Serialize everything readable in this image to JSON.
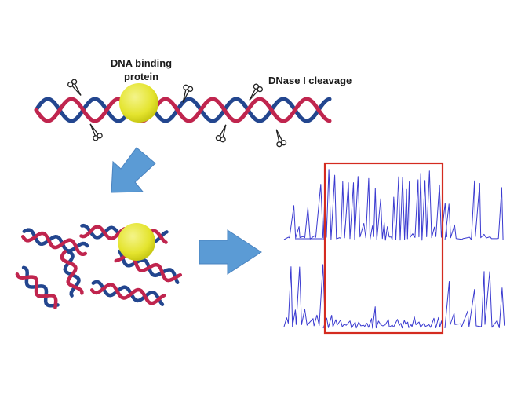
{
  "labels": {
    "protein_line1": "DNA binding",
    "protein_line2": "protein",
    "dnase": "DNase I cleavage"
  },
  "colors": {
    "strand_red": "#c0254e",
    "strand_blue": "#23468f",
    "protein_yellow": "#e8e83a",
    "arrow_blue": "#5b9bd5",
    "highlight_red": "#d42b20",
    "trace_blue": "#3a3ad0"
  },
  "icons": [
    "scissors-icon",
    "down-arrow-icon",
    "right-arrow-icon"
  ]
}
